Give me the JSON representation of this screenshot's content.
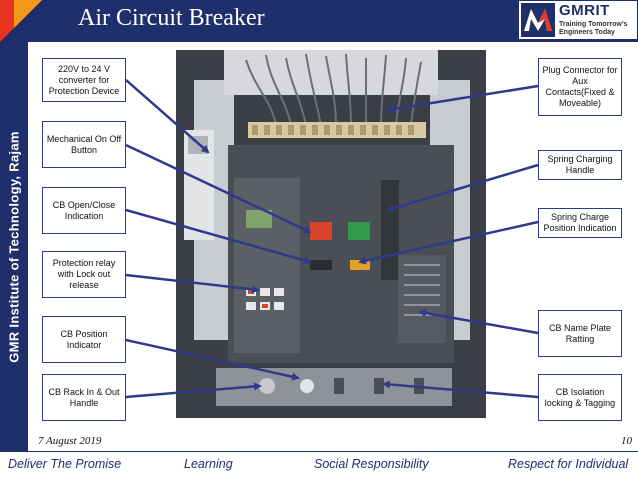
{
  "header": {
    "title": "Air Circuit Breaker",
    "logo": {
      "name": "GMRIT",
      "tagline_1": "Training Tomorrow's",
      "tagline_2": "Engineers Today"
    }
  },
  "sidebar": {
    "institute": "GMR Institute of Technology, Rajam"
  },
  "labels": {
    "converter": "220V to 24 V converter for Protection Device",
    "mech_button": "Mechanical On Off Button",
    "open_close": "CB Open/Close Indication",
    "relay": "Protection relay with Lock out release",
    "position": "CB Position Indicator",
    "rack": "CB Rack In & Out Handle",
    "plug": "Plug Connector for Aux Contacts(Fixed & Moveable)",
    "spring_handle": "Spring Charging Handle",
    "spring_position": "Spring Charge Position Indication",
    "name_plate": "CB Name Plate Ratting",
    "isolation": "CB Isolation locking & Tagging"
  },
  "footer": {
    "date": "7 August 2019",
    "page": "10",
    "mottos": [
      "Deliver The Promise",
      "Learning",
      "Social Responsibility",
      "Respect for Individual"
    ]
  },
  "colors": {
    "navy": "#1f2f6b",
    "red": "#e8351f",
    "orange": "#f39a1d",
    "arrow": "#2e3a8c"
  }
}
